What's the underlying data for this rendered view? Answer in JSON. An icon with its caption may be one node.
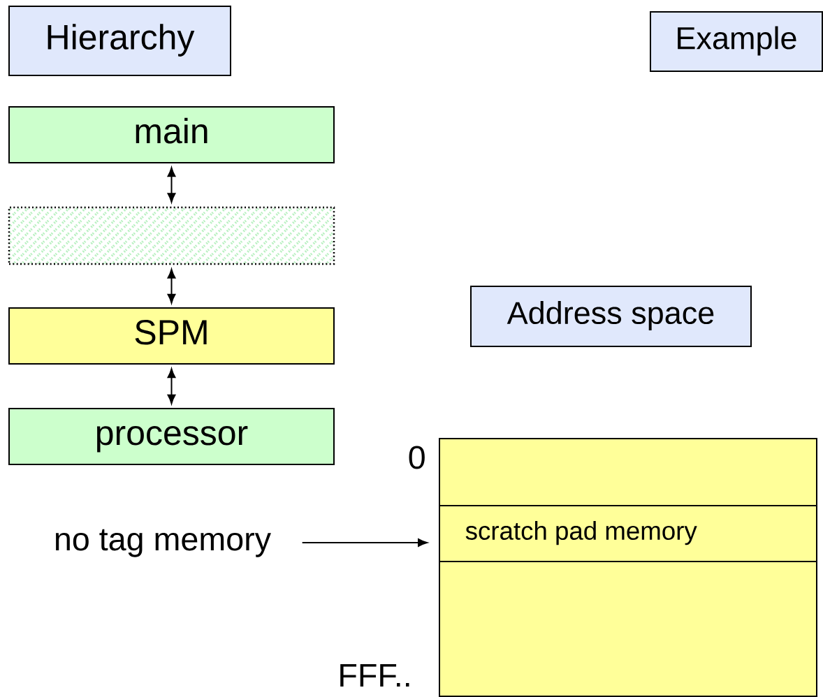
{
  "diagram": {
    "nodes": [
      {
        "text": [
          "Hierarchy"
        ]
      },
      {
        "text": [
          "Example"
        ]
      },
      {
        "text": [
          "main"
        ]
      },
      {
        "text": [],
        "shape": "box"
      },
      {
        "text": [
          "Address space"
        ]
      },
      {
        "text": [
          "SPM"
        ]
      },
      {
        "text": [
          "processor"
        ]
      },
      {
        "text": [],
        "shape": "box"
      },
      {
        "text": [
          "scratch pad memory"
        ],
        "in": 7
      },
      {
        "text": [
          "no tag memory"
        ]
      }
    ],
    "edges": [
      {
        "from": 2,
        "to": 3,
        "arrow": "both"
      },
      {
        "from": 3,
        "to": 5,
        "arrow": "both"
      },
      {
        "from": 5,
        "to": 6,
        "arrow": "both"
      },
      {
        "from": 9,
        "to": 8,
        "arrow": "to"
      }
    ],
    "labels": [
      "0",
      "FFF.."
    ]
  }
}
